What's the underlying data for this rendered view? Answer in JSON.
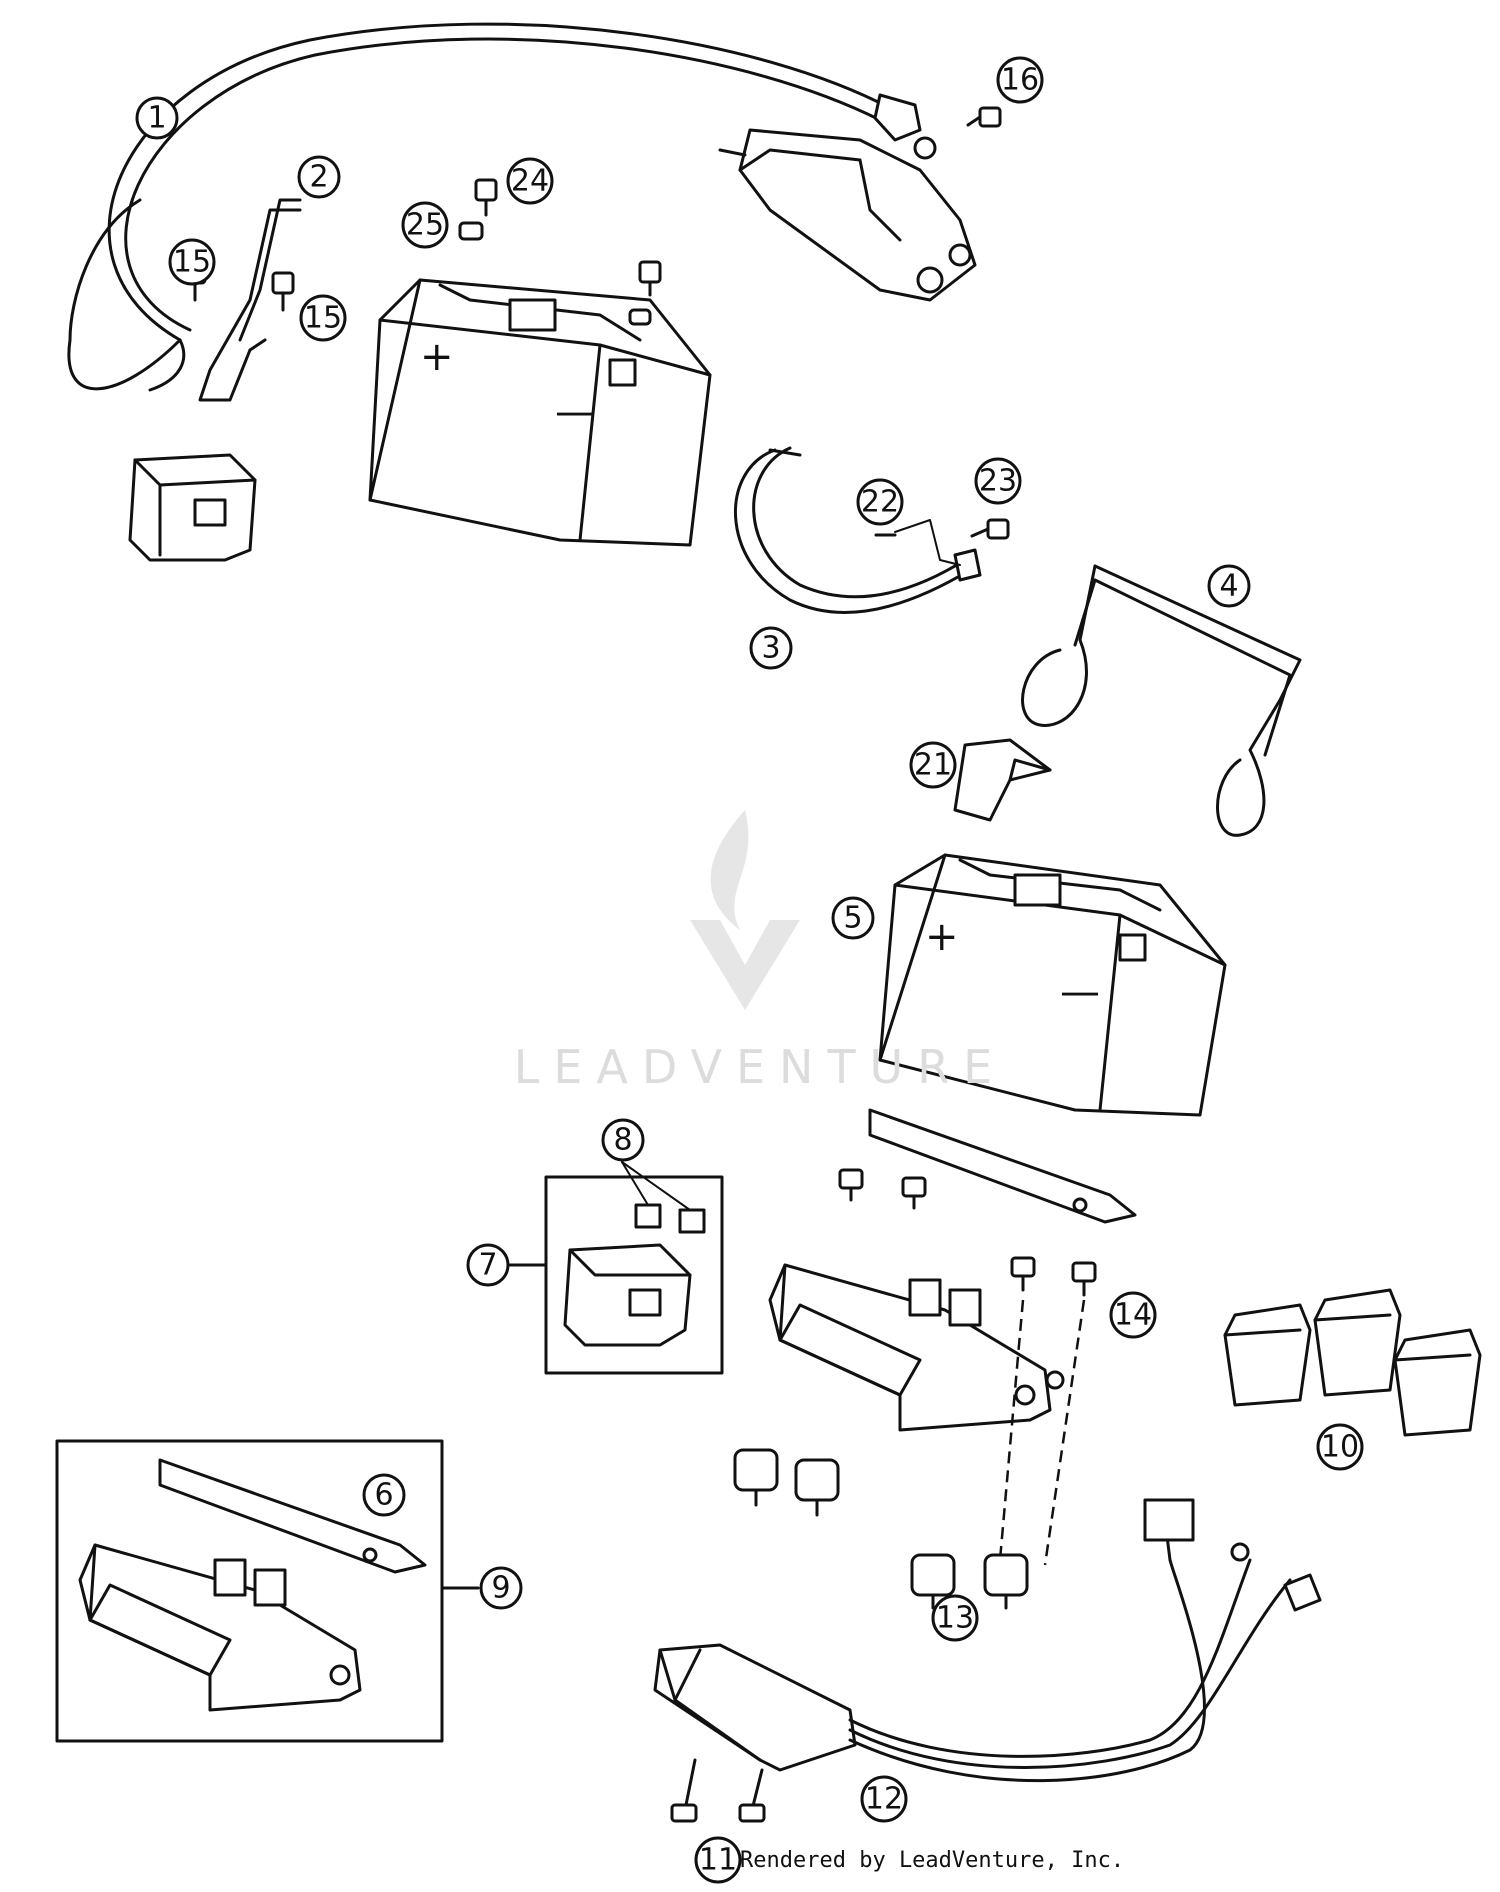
{
  "diagram": {
    "callouts": [
      "1",
      "2",
      "3",
      "4",
      "5",
      "6",
      "7",
      "8",
      "9",
      "10",
      "11",
      "12",
      "13",
      "14",
      "15",
      "15",
      "16",
      "21",
      "22",
      "23",
      "24",
      "25"
    ],
    "battery_terminals": {
      "positive": "+",
      "negative": "—"
    },
    "watermark": "LEADVENTURE",
    "credit": "Rendered by LeadVenture, Inc."
  }
}
